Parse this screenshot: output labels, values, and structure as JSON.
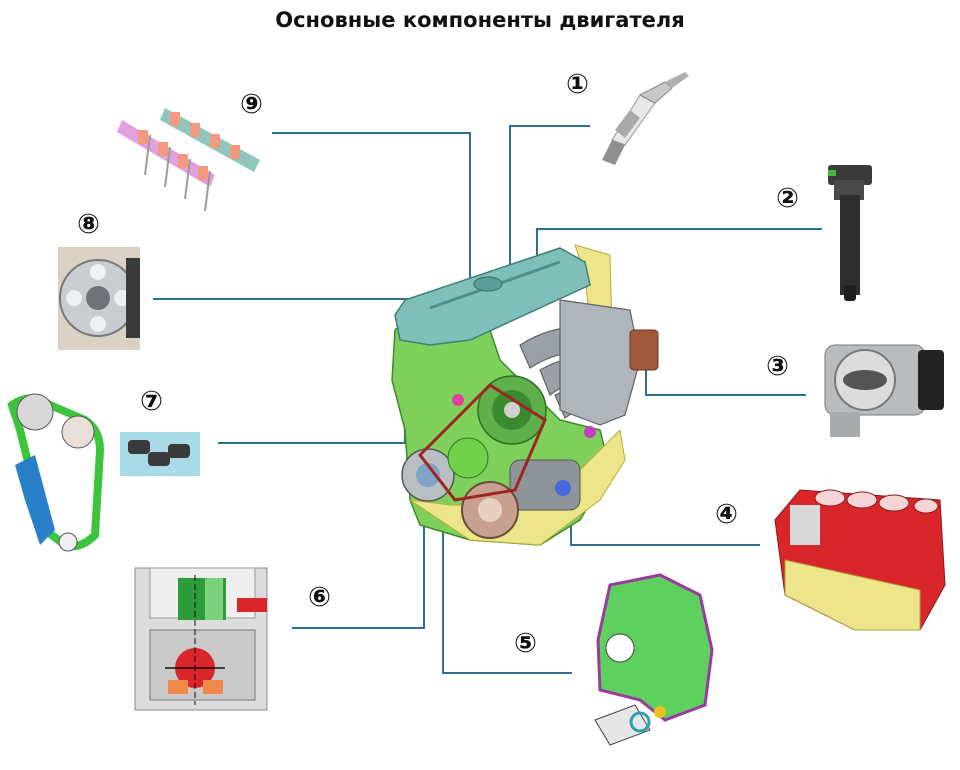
{
  "title": "Основные компоненты двигателя",
  "components": [
    {
      "label": "①",
      "name": "spark-plug"
    },
    {
      "label": "②",
      "name": "ignition-coil"
    },
    {
      "label": "③",
      "name": "throttle-body"
    },
    {
      "label": "④",
      "name": "cylinder-block"
    },
    {
      "label": "⑤",
      "name": "timing-cover"
    },
    {
      "label": "⑥",
      "name": "crankshaft-section"
    },
    {
      "label": "⑦",
      "name": "timing-chain"
    },
    {
      "label": "⑧",
      "name": "cam-sprocket"
    },
    {
      "label": "⑨",
      "name": "camshafts-valves"
    }
  ],
  "colors": {
    "leader_line": "#2f6f8f",
    "head_cover": "#7fbfb8",
    "engine_green": "#7ed05a",
    "manifold_grey": "#9aa0a6",
    "block_red": "#d9262a",
    "block_yellow": "#ece58a",
    "chain_green": "#3cc43c",
    "chain_blue": "#2a7fc9"
  }
}
